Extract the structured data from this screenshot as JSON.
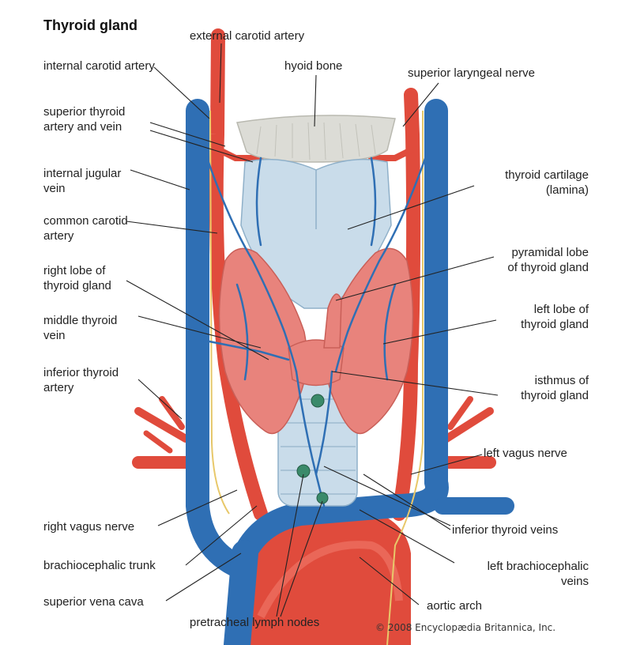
{
  "title": "Thyroid gland",
  "labels": {
    "external_carotid_artery": "external carotid artery",
    "internal_carotid_artery": "internal carotid artery",
    "hyoid_bone": "hyoid bone",
    "superior_laryngeal_nerve": "superior laryngeal nerve",
    "superior_thyroid_artery_vein": "superior thyroid\nartery and vein",
    "internal_jugular_vein": "internal jugular\nvein",
    "thyroid_cartilage": "thyroid cartilage\n(lamina)",
    "common_carotid_artery": "common carotid\nartery",
    "pyramidal_lobe": "pyramidal lobe\nof thyroid gland",
    "right_lobe": "right lobe of\nthyroid gland",
    "left_lobe": "left lobe of\nthyroid gland",
    "middle_thyroid_vein": "middle thyroid\nvein",
    "inferior_thyroid_artery": "inferior thyroid\nartery",
    "isthmus": "isthmus of\nthyroid gland",
    "left_vagus_nerve": "left vagus nerve",
    "right_vagus_nerve": "right vagus nerve",
    "inferior_thyroid_veins": "inferior thyroid veins",
    "brachiocephalic_trunk": "brachiocephalic trunk",
    "left_brachiocephalic_veins": "left brachiocephalic\nveins",
    "superior_vena_cava": "superior vena cava",
    "aortic_arch": "aortic arch",
    "pretracheal_lymph_nodes": "pretracheal lymph nodes"
  },
  "credit": "© 2008 Encyclopædia Britannica, Inc.",
  "colors": {
    "vein": "#2f6fb4",
    "artery": "#e04b3c",
    "thyroid": "#e8837c",
    "cartilage": "#c9dcea",
    "hyoid": "#dcdcd6",
    "nerve": "#e8c86a",
    "lymph_node": "#3a8a6a"
  }
}
